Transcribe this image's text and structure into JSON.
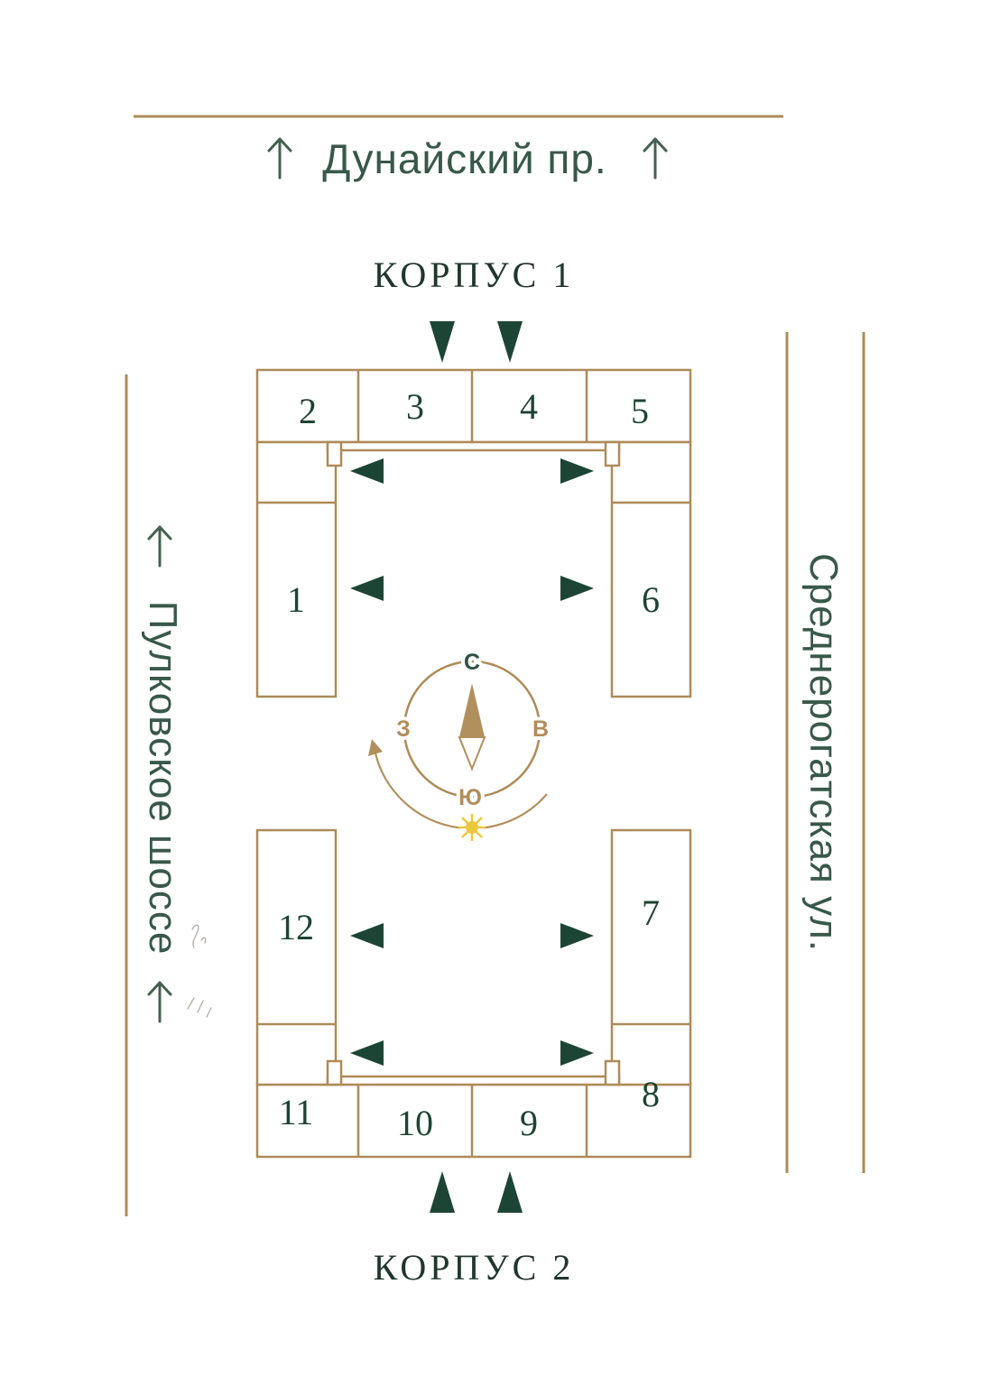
{
  "plan": {
    "streets": {
      "top": "Дунайский пр.",
      "left": "Пулковское шоссе",
      "right": "Среднерогатская ул."
    },
    "building1": {
      "label": "КОРПУС 1",
      "sections": [
        "1",
        "2",
        "3",
        "4",
        "5",
        "6"
      ]
    },
    "building2": {
      "label": "КОРПУС 2",
      "sections": [
        "7",
        "8",
        "9",
        "10",
        "11",
        "12"
      ]
    },
    "compass": {
      "north": "С",
      "south": "Ю",
      "west": "З",
      "east": "В"
    },
    "colors": {
      "tan": "#ae8b58",
      "green_dark": "#1c4536",
      "green_text": "#38584a",
      "number_green": "#1d4433",
      "sun_yellow": "#ecc83d"
    }
  }
}
